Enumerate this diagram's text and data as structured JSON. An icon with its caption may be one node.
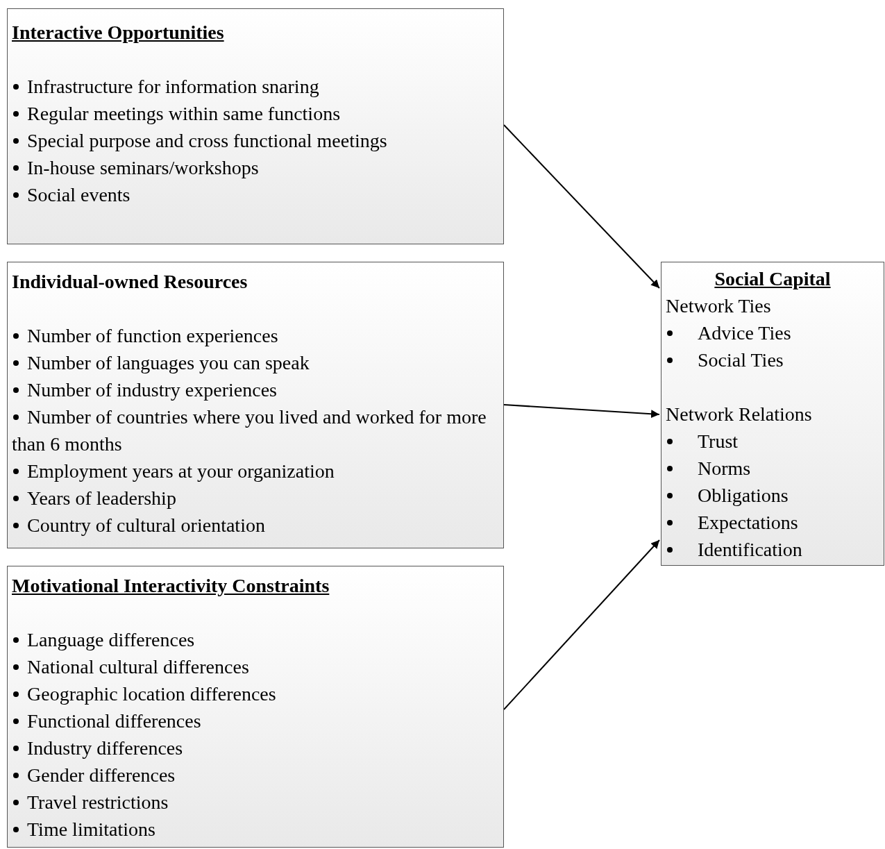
{
  "diagram": {
    "nodes": [
      {
        "text": [
          "Interactive Opportunities",
          "Infrastructure for information snaring",
          "Regular meetings within same functions",
          "Special purpose and cross functional meetings",
          "In-house seminars/workshops",
          "Social events"
        ]
      },
      {
        "text": [
          "Individual-owned Resources",
          "Number of function experiences",
          "Number of languages you can speak",
          "Number of industry experiences",
          "Number of countries where you lived and worked for more than 6 months",
          "Employment years at your organization",
          "Years of leadership",
          "Country of cultural orientation"
        ]
      },
      {
        "text": [
          "Motivational Interactivity Constraints",
          "Language differences",
          "National cultural differences",
          "Geographic location differences",
          "Functional differences",
          "Industry differences",
          "Gender differences",
          "Travel restrictions",
          "Time limitations"
        ]
      },
      {
        "text": [
          "Social Capital",
          "Network Ties",
          "Advice Ties",
          "Social Ties",
          "Network Relations",
          "Trust",
          "Norms",
          "Obligations",
          "Expectations",
          "Identification"
        ]
      }
    ],
    "edges": [
      {
        "from": 0,
        "to": 3,
        "arrow": "to"
      },
      {
        "from": 1,
        "to": 3,
        "arrow": "to"
      },
      {
        "from": 2,
        "to": 3,
        "arrow": "to"
      }
    ]
  }
}
